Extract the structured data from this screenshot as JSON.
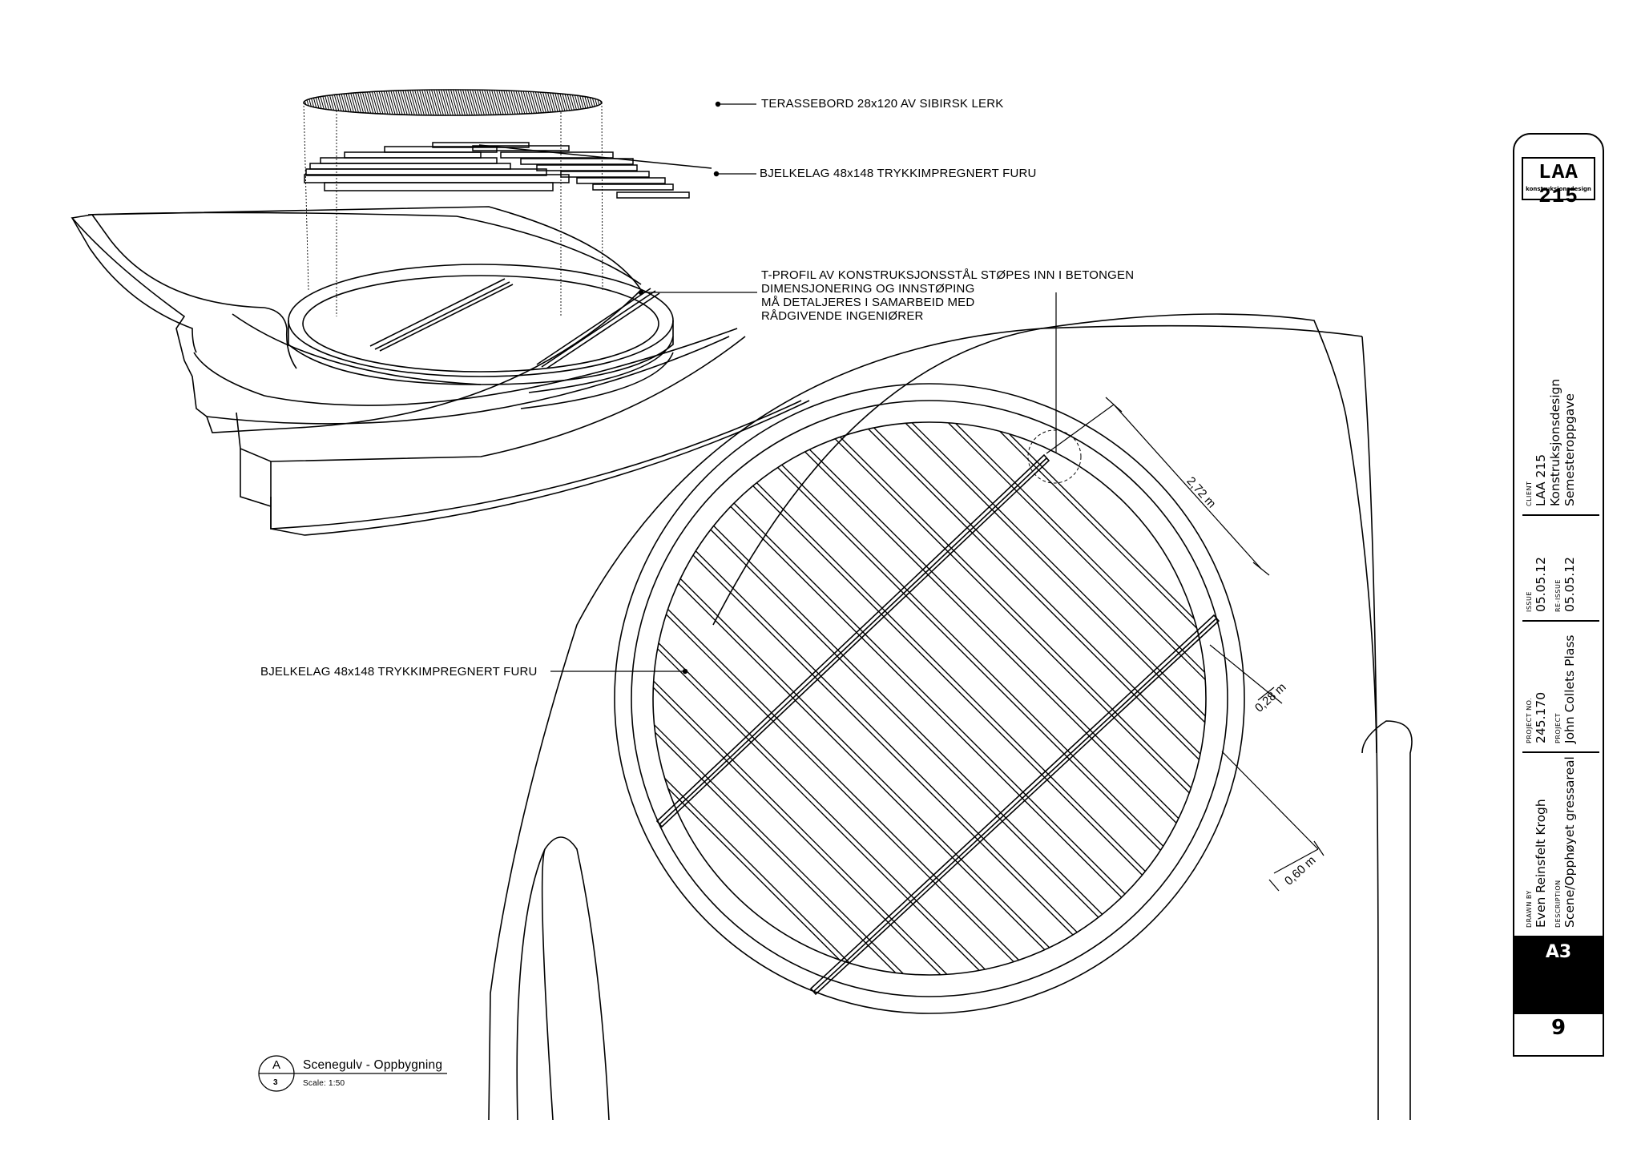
{
  "annotations": {
    "terrassebord": "TERASSEBORD 28x120 AV SIBIRSK LERK",
    "bjelkelag_top": "BJELKELAG 48x148 TRYKKIMPREGNERT FURU",
    "tprofil_1": "T-PROFIL AV KONSTRUKSJONSSTÅL STØPES INN I BETONGEN",
    "tprofil_2": "DIMENSJONERING OG INNSTØPING",
    "tprofil_3": "MÅ DETALJERES I SAMARBEID MED",
    "tprofil_4": "RÅDGIVENDE INGENIØRER",
    "bjelkelag_plan": "BJELKELAG 48x148 TRYKKIMPREGNERT FURU"
  },
  "dimensions": {
    "d1": "2,72 m",
    "d2": "0,28 m",
    "d3": "0,60 m"
  },
  "view_tag": {
    "letter": "A",
    "number": "3",
    "title": "Scenegulv - Oppbygning",
    "scale": "Scale:  1:50"
  },
  "title_block": {
    "logo": "LAA 215",
    "logo_sub": "konstruksjonsdesign",
    "client_label": "CLIENT",
    "client_1": "LAA 215",
    "client_2": "Konstruksjonsdesign",
    "client_3": "Semesteroppgave",
    "issue_label": "ISSUE",
    "issue": "05.05.12",
    "reissue_label": "RE-ISSUE",
    "reissue": "05.05.12",
    "project_no_label": "PROJECT NO.",
    "project_no": "245.170",
    "project_label": "PROJECT",
    "project": "John Collets Plass",
    "drawn_by_label": "DRAWN BY",
    "drawn_by": "Even Reinsfelt Krogh",
    "description_label": "DESCRIPTION",
    "description": "Scene/Opphøyet gressareal",
    "sheet_size": "A3",
    "sheet_no": "9"
  }
}
